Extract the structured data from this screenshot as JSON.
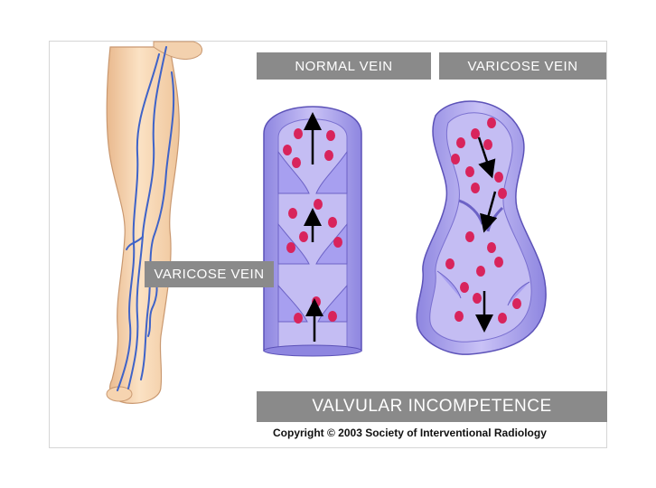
{
  "labels": {
    "normal_vein": "NORMAL VEIN",
    "varicose_vein_top": "VARICOSE VEIN",
    "varicose_vein_leg": "VARICOSE VEIN",
    "valvular_incompetence": "VALVULAR INCOMPETENCE"
  },
  "copyright": "Copyright © 2003 Society of Interventional Radiology",
  "colors": {
    "skin": "#f6d9b6",
    "vein_blue": "#3f63c8",
    "vein_wall": "#9d95e6",
    "vein_inner": "#c4bdf3",
    "blood_cell": "#d8245c",
    "label_bg": "#8a8a8a"
  }
}
